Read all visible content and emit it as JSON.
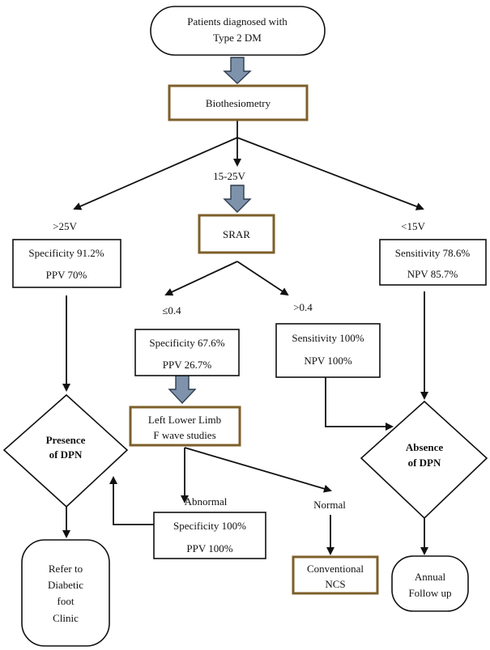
{
  "nodes": {
    "start": {
      "line1": "Patients diagnosed with",
      "line2": "Type 2 DM"
    },
    "biothesiometry": "Biothesiometry",
    "srar": "SRAR",
    "left_box": {
      "line1": "Specificity 91.2%",
      "line2": "PPV 70%"
    },
    "right_box": {
      "line1": "Sensitivity 78.6%",
      "line2": "NPV 85.7%"
    },
    "mid_left_box": {
      "line1": "Specificity 67.6%",
      "line2": "PPV 26.7%"
    },
    "mid_right_box": {
      "line1": "Sensitivity 100%",
      "line2": "NPV 100%"
    },
    "f_wave": {
      "line1": "Left Lower Limb",
      "line2": "F wave studies"
    },
    "presence": {
      "line1": "Presence",
      "line2": "of DPN"
    },
    "absence": {
      "line1": "Absence",
      "line2": "of DPN"
    },
    "abnormal_box": {
      "line1": "Specificity 100%",
      "line2": "PPV 100%"
    },
    "conventional": {
      "line1": "Conventional",
      "line2": "NCS"
    },
    "refer": {
      "line1": "Refer to",
      "line2": "Diabetic",
      "line3": "foot",
      "line4": "Clinic"
    },
    "annual": {
      "line1": "Annual",
      "line2": "Follow up"
    }
  },
  "edge_labels": {
    "gt25": ">25V",
    "mid15_25": "15-25V",
    "lt15": "<15V",
    "le04": "≤0.4",
    "gt04": ">0.4",
    "abnormal": "Abnormal",
    "normal": "Normal"
  }
}
